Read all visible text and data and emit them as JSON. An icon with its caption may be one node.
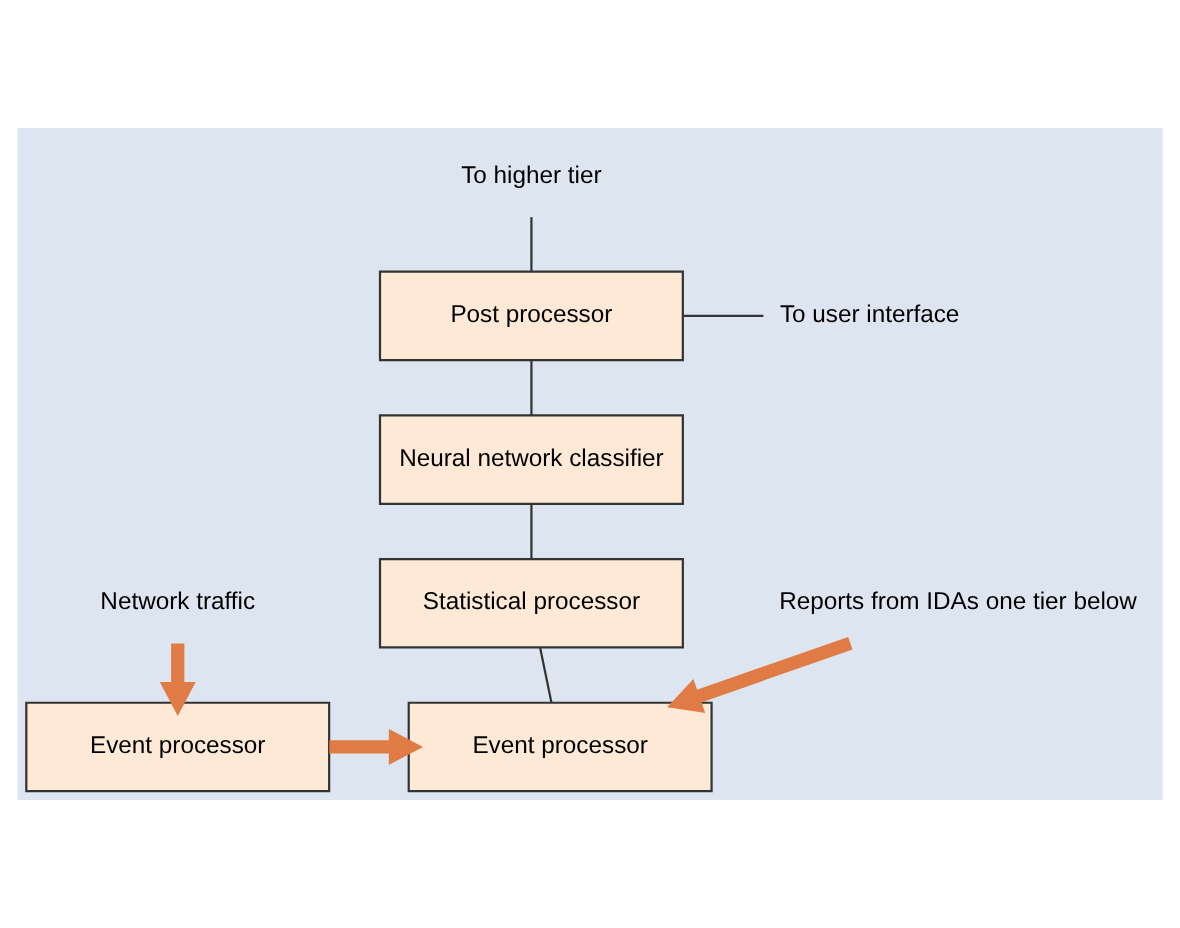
{
  "diagram": {
    "nodes": [
      {
        "text": [
          "To higher tier"
        ]
      },
      {
        "text": [
          "Post processor"
        ]
      },
      {
        "text": [
          "To user interface"
        ]
      },
      {
        "text": [
          "Neural network classifier"
        ]
      },
      {
        "text": [
          "Statistical processor"
        ]
      },
      {
        "text": [
          "Event processor"
        ]
      },
      {
        "text": [
          "Event processor"
        ]
      },
      {
        "text": [
          "Network traffic"
        ]
      },
      {
        "text": [
          "Reports from IDAs one tier below"
        ]
      }
    ],
    "edges": [
      {
        "from": 0,
        "to": 1,
        "arrow": "none"
      },
      {
        "from": 1,
        "to": 2,
        "arrow": "none"
      },
      {
        "from": 1,
        "to": 3,
        "arrow": "none"
      },
      {
        "from": 3,
        "to": 4,
        "arrow": "none"
      },
      {
        "from": 4,
        "to": 6,
        "arrow": "none"
      },
      {
        "from": 5,
        "to": 6,
        "arrow": "to",
        "style": "thick",
        "color": "#e07b45"
      },
      {
        "from": 7,
        "to": 5,
        "arrow": "to",
        "style": "thick",
        "color": "#e07b45"
      },
      {
        "from": 8,
        "to": 6,
        "arrow": "to",
        "style": "thick",
        "color": "#e07b45"
      }
    ]
  }
}
